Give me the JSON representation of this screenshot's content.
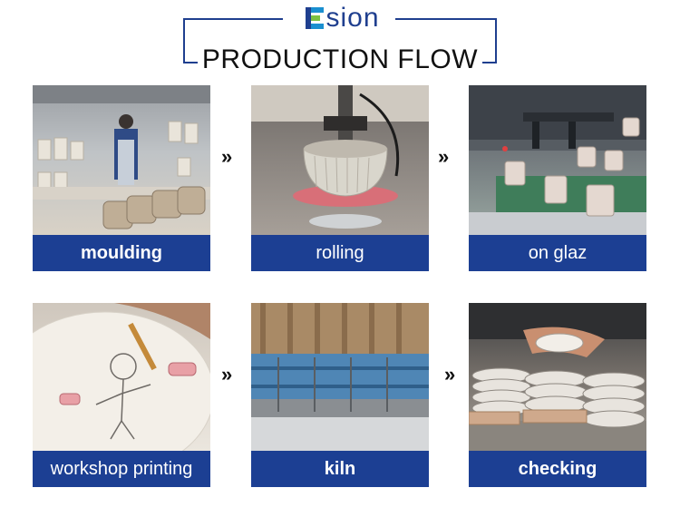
{
  "header": {
    "brand": "sion",
    "title": "PRODUCTION FLOW"
  },
  "arrows": "»",
  "steps": [
    {
      "label": "moulding"
    },
    {
      "label": "rolling"
    },
    {
      "label": "on glaz"
    },
    {
      "label": "workshop printing"
    },
    {
      "label": "kiln"
    },
    {
      "label": "checking"
    }
  ],
  "colors": {
    "label_bg": "#1c3f93",
    "frame": "#1f3f8f",
    "brand_blue": "#1a8fd0",
    "brand_green": "#7bc142"
  },
  "icons": [
    "brand-logo-icon",
    "double-chevron-right-icon"
  ]
}
